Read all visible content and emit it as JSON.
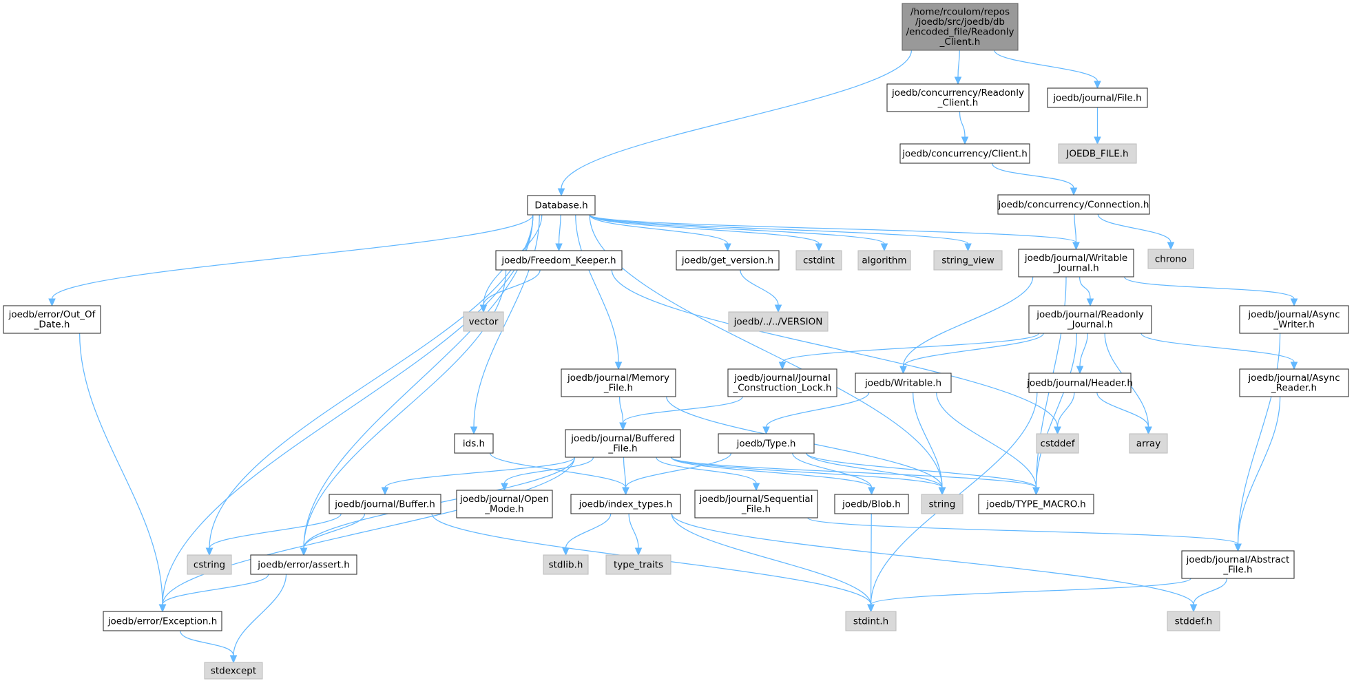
{
  "colors": {
    "edge": "#63b8ff",
    "root_fill": "#999999",
    "system_fill": "#d9d9d9",
    "local_fill": "#ffffff",
    "local_border": "#333333"
  },
  "nodes": [
    {
      "id": "root",
      "kind": "root",
      "lines": [
        "/home/rcoulom/repos",
        "/joedb/src/joedb/db",
        "/encoded_file/Readonly",
        "_Client.h"
      ]
    },
    {
      "id": "conc_ro_client",
      "kind": "local",
      "lines": [
        "joedb/concurrency/Readonly",
        "_Client.h"
      ]
    },
    {
      "id": "journal_file",
      "kind": "local",
      "lines": [
        "joedb/journal/File.h"
      ]
    },
    {
      "id": "joedb_file",
      "kind": "system",
      "lines": [
        "JOEDB_FILE.h"
      ]
    },
    {
      "id": "conc_client",
      "kind": "local",
      "lines": [
        "joedb/concurrency/Client.h"
      ]
    },
    {
      "id": "conc_connection",
      "kind": "local",
      "lines": [
        "joedb/concurrency/Connection.h"
      ]
    },
    {
      "id": "database",
      "kind": "local",
      "lines": [
        "Database.h"
      ]
    },
    {
      "id": "chrono",
      "kind": "system",
      "lines": [
        "chrono"
      ]
    },
    {
      "id": "writable_journal",
      "kind": "local",
      "lines": [
        "joedb/journal/Writable",
        "_Journal.h"
      ]
    },
    {
      "id": "freedom_keeper",
      "kind": "local",
      "lines": [
        "joedb/Freedom_Keeper.h"
      ]
    },
    {
      "id": "get_version",
      "kind": "local",
      "lines": [
        "joedb/get_version.h"
      ]
    },
    {
      "id": "cstdint",
      "kind": "system",
      "lines": [
        "cstdint"
      ]
    },
    {
      "id": "algorithm",
      "kind": "system",
      "lines": [
        "algorithm"
      ]
    },
    {
      "id": "string_view",
      "kind": "system",
      "lines": [
        "string_view"
      ]
    },
    {
      "id": "out_of_date",
      "kind": "local",
      "lines": [
        "joedb/error/Out_Of",
        "_Date.h"
      ]
    },
    {
      "id": "vector",
      "kind": "system",
      "lines": [
        "vector"
      ]
    },
    {
      "id": "version",
      "kind": "system",
      "lines": [
        "joedb/../../VERSION"
      ]
    },
    {
      "id": "readonly_journal",
      "kind": "local",
      "lines": [
        "joedb/journal/Readonly",
        "_Journal.h"
      ]
    },
    {
      "id": "async_writer",
      "kind": "local",
      "lines": [
        "joedb/journal/Async",
        "_Writer.h"
      ]
    },
    {
      "id": "memory_file",
      "kind": "local",
      "lines": [
        "joedb/journal/Memory",
        "_File.h"
      ]
    },
    {
      "id": "journal_construction_lock",
      "kind": "local",
      "lines": [
        "joedb/journal/Journal",
        "_Construction_Lock.h"
      ]
    },
    {
      "id": "writable",
      "kind": "local",
      "lines": [
        "joedb/Writable.h"
      ]
    },
    {
      "id": "header",
      "kind": "local",
      "lines": [
        "joedb/journal/Header.h"
      ]
    },
    {
      "id": "async_reader",
      "kind": "local",
      "lines": [
        "joedb/journal/Async",
        "_Reader.h"
      ]
    },
    {
      "id": "buffered_file",
      "kind": "local",
      "lines": [
        "joedb/journal/Buffered",
        "_File.h"
      ]
    },
    {
      "id": "ids",
      "kind": "local",
      "lines": [
        "ids.h"
      ]
    },
    {
      "id": "type",
      "kind": "local",
      "lines": [
        "joedb/Type.h"
      ]
    },
    {
      "id": "cstddef",
      "kind": "system",
      "lines": [
        "cstddef"
      ]
    },
    {
      "id": "array",
      "kind": "system",
      "lines": [
        "array"
      ]
    },
    {
      "id": "buffer",
      "kind": "local",
      "lines": [
        "joedb/journal/Buffer.h"
      ]
    },
    {
      "id": "open_mode",
      "kind": "local",
      "lines": [
        "joedb/journal/Open",
        "_Mode.h"
      ]
    },
    {
      "id": "index_types",
      "kind": "local",
      "lines": [
        "joedb/index_types.h"
      ]
    },
    {
      "id": "sequential_file",
      "kind": "local",
      "lines": [
        "joedb/journal/Sequential",
        "_File.h"
      ]
    },
    {
      "id": "blob",
      "kind": "local",
      "lines": [
        "joedb/Blob.h"
      ]
    },
    {
      "id": "string",
      "kind": "system",
      "lines": [
        "string"
      ]
    },
    {
      "id": "type_macro",
      "kind": "local",
      "lines": [
        "joedb/TYPE_MACRO.h"
      ]
    },
    {
      "id": "cstring",
      "kind": "system",
      "lines": [
        "cstring"
      ]
    },
    {
      "id": "assert",
      "kind": "local",
      "lines": [
        "joedb/error/assert.h"
      ]
    },
    {
      "id": "stdlib",
      "kind": "system",
      "lines": [
        "stdlib.h"
      ]
    },
    {
      "id": "type_traits",
      "kind": "system",
      "lines": [
        "type_traits"
      ]
    },
    {
      "id": "abstract_file",
      "kind": "local",
      "lines": [
        "joedb/journal/Abstract",
        "_File.h"
      ]
    },
    {
      "id": "exception",
      "kind": "local",
      "lines": [
        "joedb/error/Exception.h"
      ]
    },
    {
      "id": "stdint",
      "kind": "system",
      "lines": [
        "stdint.h"
      ]
    },
    {
      "id": "stddef",
      "kind": "system",
      "lines": [
        "stddef.h"
      ]
    },
    {
      "id": "stdexcept",
      "kind": "system",
      "lines": [
        "stdexcept"
      ]
    }
  ],
  "edges": [
    [
      "root",
      "database"
    ],
    [
      "root",
      "conc_ro_client"
    ],
    [
      "root",
      "journal_file"
    ],
    [
      "conc_ro_client",
      "conc_client"
    ],
    [
      "journal_file",
      "joedb_file"
    ],
    [
      "conc_client",
      "conc_connection"
    ],
    [
      "conc_connection",
      "writable_journal"
    ],
    [
      "conc_connection",
      "chrono"
    ],
    [
      "database",
      "out_of_date"
    ],
    [
      "database",
      "exception"
    ],
    [
      "database",
      "cstring"
    ],
    [
      "database",
      "assert"
    ],
    [
      "database",
      "ids"
    ],
    [
      "database",
      "memory_file"
    ],
    [
      "database",
      "vector"
    ],
    [
      "database",
      "freedom_keeper"
    ],
    [
      "database",
      "string"
    ],
    [
      "database",
      "get_version"
    ],
    [
      "database",
      "cstdint"
    ],
    [
      "database",
      "algorithm"
    ],
    [
      "database",
      "string_view"
    ],
    [
      "database",
      "writable_journal"
    ],
    [
      "freedom_keeper",
      "vector"
    ],
    [
      "freedom_keeper",
      "assert"
    ],
    [
      "freedom_keeper",
      "cstddef"
    ],
    [
      "get_version",
      "version"
    ],
    [
      "out_of_date",
      "exception"
    ],
    [
      "writable_journal",
      "writable"
    ],
    [
      "writable_journal",
      "readonly_journal"
    ],
    [
      "writable_journal",
      "type_macro"
    ],
    [
      "writable_journal",
      "async_writer"
    ],
    [
      "readonly_journal",
      "journal_construction_lock"
    ],
    [
      "readonly_journal",
      "writable"
    ],
    [
      "readonly_journal",
      "header"
    ],
    [
      "readonly_journal",
      "array"
    ],
    [
      "readonly_journal",
      "async_reader"
    ],
    [
      "readonly_journal",
      "type_macro"
    ],
    [
      "async_writer",
      "abstract_file"
    ],
    [
      "memory_file",
      "buffered_file"
    ],
    [
      "memory_file",
      "string"
    ],
    [
      "journal_construction_lock",
      "buffered_file"
    ],
    [
      "writable",
      "type"
    ],
    [
      "writable",
      "string"
    ],
    [
      "writable",
      "type_macro"
    ],
    [
      "header",
      "cstddef"
    ],
    [
      "header",
      "array"
    ],
    [
      "header",
      "stdint"
    ],
    [
      "async_reader",
      "abstract_file"
    ],
    [
      "buffered_file",
      "buffer"
    ],
    [
      "buffered_file",
      "open_mode"
    ],
    [
      "buffered_file",
      "index_types"
    ],
    [
      "buffered_file",
      "sequential_file"
    ],
    [
      "buffered_file",
      "blob"
    ],
    [
      "buffered_file",
      "string"
    ],
    [
      "buffered_file",
      "assert"
    ],
    [
      "buffered_file",
      "exception"
    ],
    [
      "buffered_file",
      "type_macro"
    ],
    [
      "ids",
      "index_types"
    ],
    [
      "type",
      "index_types"
    ],
    [
      "type",
      "blob"
    ],
    [
      "type",
      "string"
    ],
    [
      "type",
      "type_macro"
    ],
    [
      "buffer",
      "cstring"
    ],
    [
      "buffer",
      "assert"
    ],
    [
      "buffer",
      "stdint"
    ],
    [
      "index_types",
      "stdlib"
    ],
    [
      "index_types",
      "type_traits"
    ],
    [
      "index_types",
      "stdint"
    ],
    [
      "index_types",
      "stddef"
    ],
    [
      "sequential_file",
      "abstract_file"
    ],
    [
      "blob",
      "stdint"
    ],
    [
      "assert",
      "exception"
    ],
    [
      "assert",
      "stdexcept"
    ],
    [
      "abstract_file",
      "stdint"
    ],
    [
      "abstract_file",
      "stddef"
    ],
    [
      "exception",
      "stdexcept"
    ]
  ]
}
